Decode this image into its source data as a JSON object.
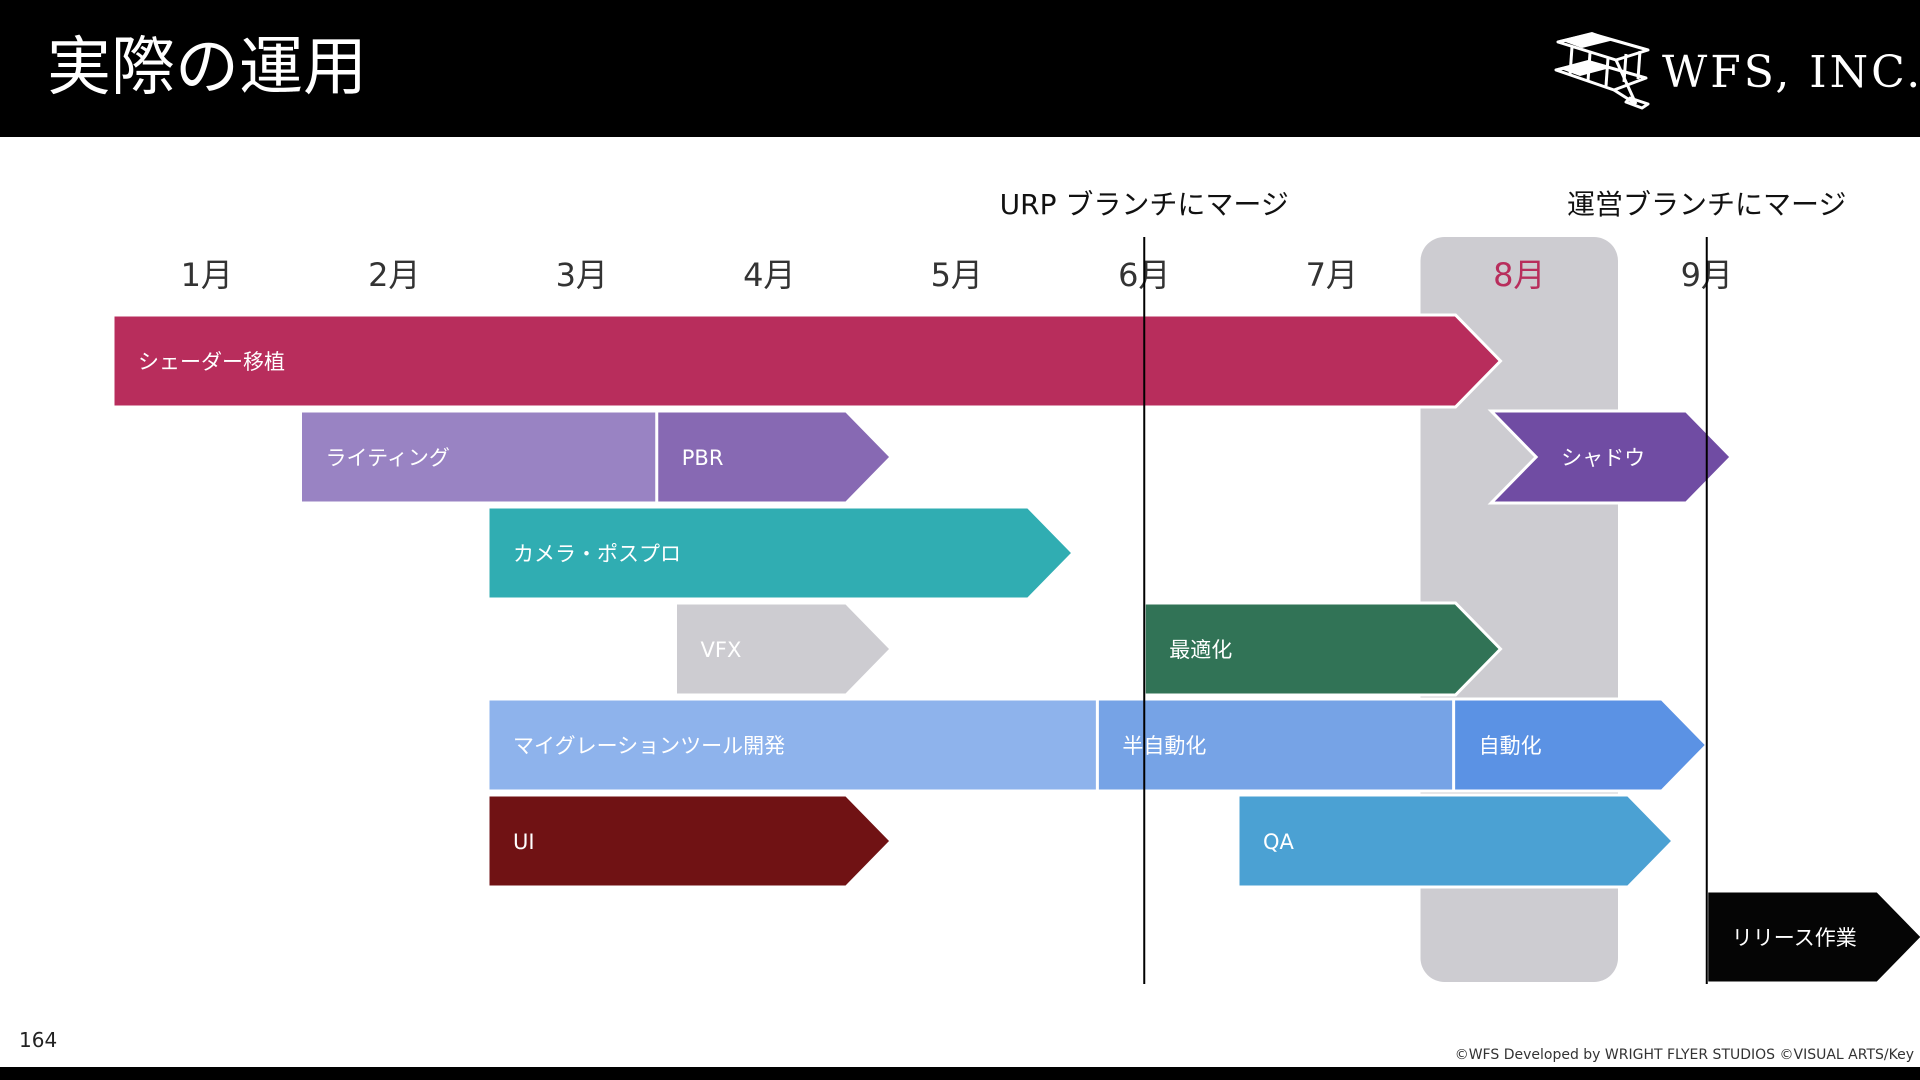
{
  "slide": {
    "title": "実際の運用",
    "page_number": "164",
    "copyright": "©WFS Developed by WRIGHT FLYER STUDIOS ©VISUAL ARTS/Key"
  },
  "logo": {
    "text": "WFS, INC.",
    "icon": "biplane-icon"
  },
  "months": [
    "1月",
    "2月",
    "3月",
    "4月",
    "5月",
    "6月",
    "7月",
    "8月",
    "9月"
  ],
  "highlight_month": "8月",
  "milestones": [
    {
      "label": "URP ブランチにマージ",
      "at_month": 5.5
    },
    {
      "label": "運営ブランチにマージ",
      "at_month": 8.5
    }
  ],
  "tasks": [
    {
      "id": "shader-port",
      "label": "シェーダー移植",
      "row": 0,
      "start_month": 0.0,
      "end_month": 7.4,
      "color": "#B82D5C"
    },
    {
      "id": "lighting",
      "label": "ライティング",
      "row": 1,
      "start_month": 1.0,
      "end_month": 3.15,
      "color": "#9983C3"
    },
    {
      "id": "pbr",
      "label": "PBR",
      "row": 1,
      "start_month": 2.9,
      "end_month": 4.15,
      "color": "#8769B3"
    },
    {
      "id": "shadow",
      "label": "シャドウ",
      "row": 1,
      "start_month": 7.35,
      "end_month": 8.63,
      "color": "#704CA3",
      "indent_start": true
    },
    {
      "id": "camera-postpro",
      "label": "カメラ・ポスプロ",
      "row": 2,
      "start_month": 2.0,
      "end_month": 5.12,
      "color": "#30ADB2"
    },
    {
      "id": "vfx",
      "label": "VFX",
      "row": 3,
      "start_month": 3.0,
      "end_month": 4.15,
      "color": "#CDCCD1"
    },
    {
      "id": "optimization",
      "label": "最適化",
      "row": 3,
      "start_month": 5.5,
      "end_month": 7.4,
      "color": "#317356"
    },
    {
      "id": "migration-tool",
      "label": "マイグレーションツール開発",
      "row": 4,
      "start_month": 2.0,
      "end_month": 5.5,
      "color": "#8EB3EC"
    },
    {
      "id": "semi-auto",
      "label": "半自動化",
      "row": 4,
      "start_month": 5.25,
      "end_month": 7.4,
      "color": "#76A3E6"
    },
    {
      "id": "auto",
      "label": "自動化",
      "row": 4,
      "start_month": 7.15,
      "end_month": 8.5,
      "color": "#5B92E4"
    },
    {
      "id": "ui",
      "label": "UI",
      "row": 5,
      "start_month": 2.0,
      "end_month": 4.15,
      "color": "#701214"
    },
    {
      "id": "qa",
      "label": "QA",
      "row": 5,
      "start_month": 6.0,
      "end_month": 8.32,
      "color": "#4BA1D3"
    },
    {
      "id": "release",
      "label": "リリース作業",
      "row": 6,
      "start_month": 8.5,
      "end_month": 9.65,
      "color": "#050505"
    }
  ],
  "colors": {
    "header_bg": "#000000",
    "highlight_band": "#CDCCD1",
    "highlight_text": "#B82D5C",
    "month_text": "#333333",
    "milestone_line": "#000000"
  }
}
